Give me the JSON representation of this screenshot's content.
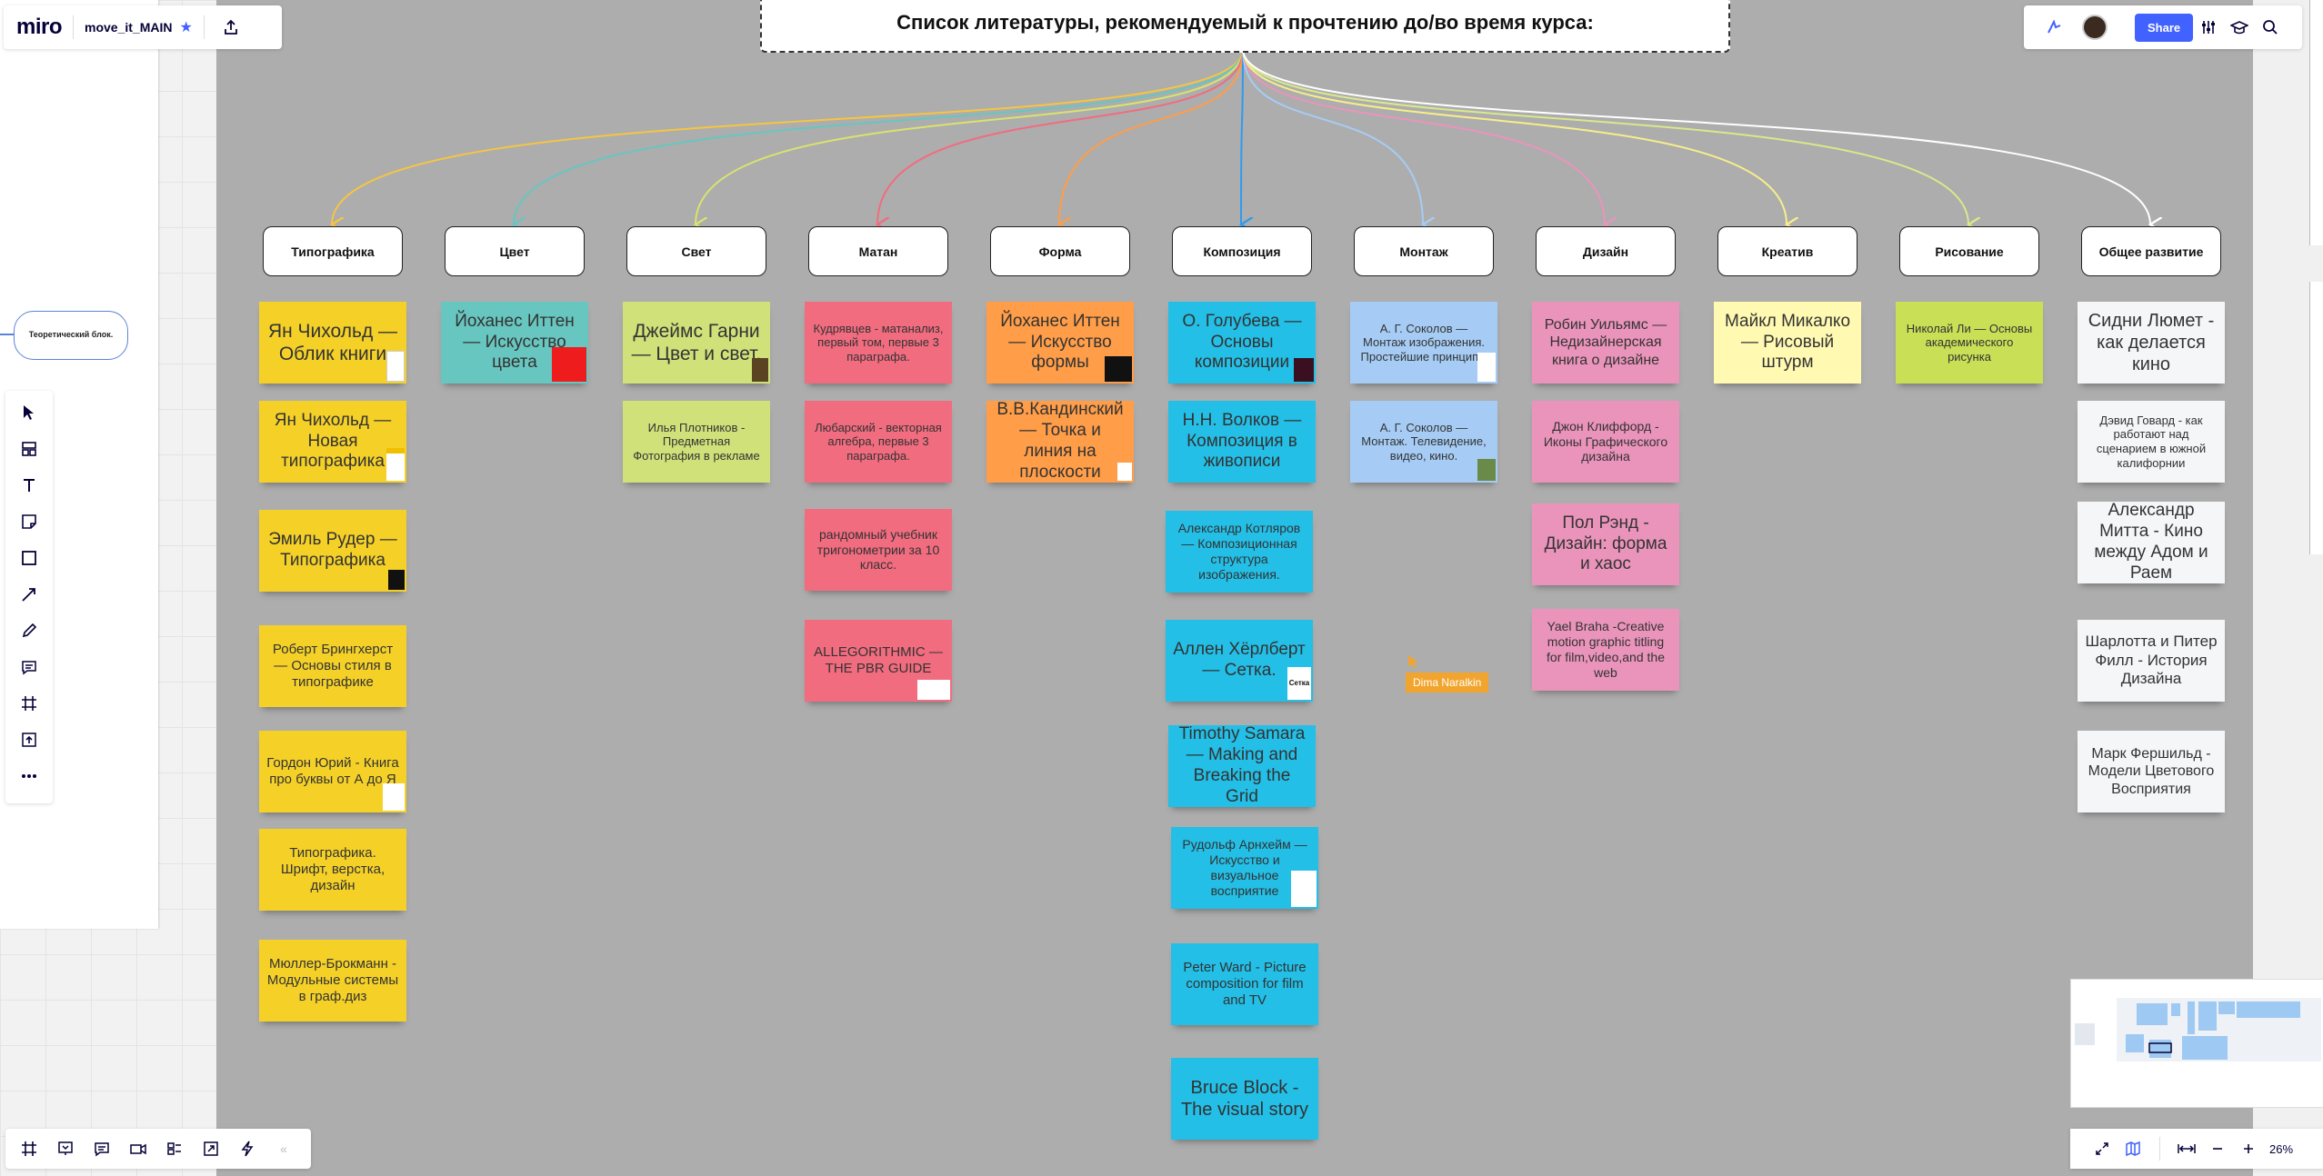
{
  "app": {
    "logo": "miro",
    "board_name": "move_it_MAIN",
    "share_label": "Share",
    "zoom": "26%"
  },
  "left_note": "Теоретический блок.",
  "title": "Список литературы, рекомендуемый к прочтению до/во время курса:",
  "cursor_user": "Dima Naralkin",
  "colors": {
    "frame": "#adadad",
    "yellow": "#f5d128",
    "teal": "#67c6c0",
    "lime": "#d0e17a",
    "red": "#f16c7f",
    "orange": "#ff9d48",
    "cyan": "#23bfe7",
    "lightblue": "#a6ccf5",
    "pink": "#ea94bb",
    "lightyellow": "#fff9b1",
    "green": "#c9df56",
    "white": "#f5f6f8",
    "accent": "#4262ff"
  },
  "categories": [
    {
      "label": "Типографика",
      "line_color": "#f5c542"
    },
    {
      "label": "Цвет",
      "line_color": "#67c6c0"
    },
    {
      "label": "Свет",
      "line_color": "#d9e36e"
    },
    {
      "label": "Матан",
      "line_color": "#f16c7f"
    },
    {
      "label": "Форма",
      "line_color": "#ff9d48"
    },
    {
      "label": "Композиция",
      "line_color": "#2d9bf0"
    },
    {
      "label": "Монтаж",
      "line_color": "#a6ccf5"
    },
    {
      "label": "Дизайн",
      "line_color": "#ea94bb"
    },
    {
      "label": "Креатив",
      "line_color": "#f7ee8a"
    },
    {
      "label": "Рисование",
      "line_color": "#d8e98a"
    },
    {
      "label": "Общее развитие",
      "line_color": "#ffffff"
    }
  ],
  "notes": {
    "typography": [
      "Ян Чихольд — Облик книги",
      "Ян Чихольд — Новая типографика",
      "Эмиль Рудер — Типографика",
      "Роберт Брингхерст — Основы стиля в типографике",
      "Гордон Юрий - Книга про буквы от А до Я",
      "Типографика. Шрифт, верстка, дизайн",
      "Мюллер-Брокманн - Модульные системы в граф.диз"
    ],
    "color": [
      "Йоханес Иттен — Искусство цвета"
    ],
    "light": [
      "Джеймс Гарни — Цвет и свет.",
      "Илья Плотников - Предметная Фотография в рекламе"
    ],
    "math": [
      "Кудрявцев - матанализ, первый том, первые 3 параграфа.",
      "Любарский - векторная алгебра, первые 3 параграфа.",
      "рандомный учебник тригонометрии за 10 класс.",
      "ALLEGORITHMIC — THE PBR GUIDE"
    ],
    "form": [
      "Йоханес Иттен — Искусство формы",
      "В.В.Кандинский — Точка и линия на плоскости"
    ],
    "composition": [
      "О. Голубева — Основы композиции",
      "Н.Н. Волков — Композиция в живописи",
      "Александр Котляров — Композиционная структура изображения.",
      "Аллен Хёрлберт — Сетка.",
      "Timothy Samara — Making and Breaking the Grid",
      "Рудольф Арнхейм — Искусство и визуальное восприятие",
      "Peter Ward - Picture composition for film and TV",
      "Bruce Block - The visual story"
    ],
    "montage": [
      "А. Г. Соколов — Монтаж изображения. Простейшие принципы",
      "А. Г. Соколов — Монтаж. Телевидение, видео, кино."
    ],
    "design": [
      "Робин Уильямс — Недизайнерская книга о дизайне",
      "Джон Клиффорд - Иконы Графического дизайна",
      "Пол Рэнд - Дизайн: форма и хаос",
      "Yael Braha -Creative motion graphic titling for film,video,and the web"
    ],
    "creative": [
      "Майкл Микалко — Рисовый штурм"
    ],
    "drawing": [
      "Николай Ли — Основы академического рисунка"
    ],
    "general": [
      "Сидни Люмет - как делается кино",
      "Дэвид Говард - как работают над сценарием в южной калифорнии",
      "Александр Митта - Кино между Адом и Раем",
      "Шарлотта и Питер Филл - История Дизайна",
      "Марк Фершильд - Модели Цветового Восприятия"
    ]
  },
  "thumb_label": "Сетка"
}
